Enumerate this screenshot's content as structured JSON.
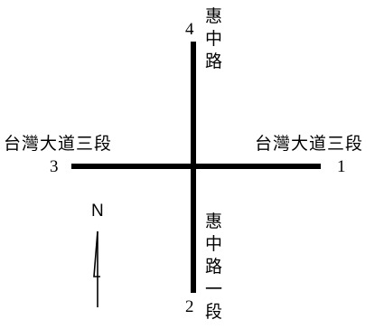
{
  "diagram": {
    "north_label": "N",
    "roads": {
      "north": {
        "number": "4",
        "name_chars": [
          "惠",
          "中",
          "路"
        ]
      },
      "south": {
        "number": "2",
        "name_chars": [
          "惠",
          "中",
          "路",
          "一",
          "段"
        ]
      },
      "west": {
        "number": "3",
        "name": "台灣大道三段"
      },
      "east": {
        "number": "1",
        "name": "台灣大道三段"
      }
    }
  }
}
